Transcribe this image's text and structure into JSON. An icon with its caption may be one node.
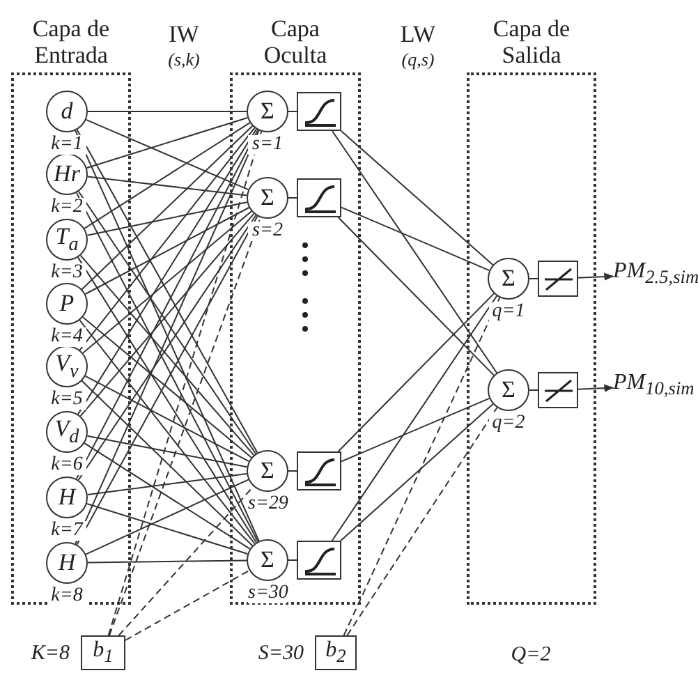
{
  "diagram": {
    "nodes": [
      {
        "text": [
          "Capa de Entrada"
        ]
      },
      {
        "text": [
          "Capa Oculta"
        ]
      },
      {
        "text": [
          "Capa de Salida"
        ]
      },
      {
        "text": [
          "d"
        ],
        "in": 0,
        "beside": [
          "k=1"
        ]
      },
      {
        "text": [
          "Hr"
        ],
        "in": 0,
        "beside": [
          "k=2"
        ]
      },
      {
        "text": [
          "T$_{a}$"
        ],
        "in": 0,
        "beside": [
          "k=3"
        ]
      },
      {
        "text": [
          "P"
        ],
        "in": 0,
        "beside": [
          "k=4"
        ]
      },
      {
        "text": [
          "V$_{v}$"
        ],
        "in": 0,
        "beside": [
          "k=5"
        ]
      },
      {
        "text": [
          "V$_{d}$"
        ],
        "in": 0,
        "beside": [
          "k=6"
        ]
      },
      {
        "text": [
          "H"
        ],
        "in": 0,
        "beside": [
          "k=7"
        ]
      },
      {
        "text": [
          "H"
        ],
        "in": 0,
        "beside": [
          "k=8"
        ]
      },
      {
        "text": [
          "Σ"
        ],
        "in": 1,
        "beside": [
          "s=1"
        ]
      },
      {
        "text": [],
        "shape": "box",
        "in": 1
      },
      {
        "text": [
          "Σ"
        ],
        "in": 1,
        "beside": [
          "s=2"
        ]
      },
      {
        "text": [],
        "shape": "box",
        "in": 1
      },
      {
        "text": [
          "Σ"
        ],
        "in": 1,
        "beside": [
          "s=29"
        ]
      },
      {
        "text": [],
        "shape": "box",
        "in": 1
      },
      {
        "text": [
          "Σ"
        ],
        "in": 1,
        "beside": [
          "s=30"
        ]
      },
      {
        "text": [],
        "shape": "box",
        "in": 1
      },
      {
        "text": [
          "Σ"
        ],
        "in": 2,
        "beside": [
          "q=1"
        ]
      },
      {
        "text": [],
        "shape": "box",
        "in": 2
      },
      {
        "text": [
          "Σ"
        ],
        "in": 2,
        "beside": [
          "q=2"
        ]
      },
      {
        "text": [],
        "shape": "box",
        "in": 2
      },
      {
        "text": [
          "PM$_{2.5,sim}$"
        ]
      },
      {
        "text": [
          "PM$_{10,sim}$"
        ]
      },
      {
        "text": [
          "b$_{1}$"
        ],
        "beside": [
          "K=8"
        ]
      },
      {
        "text": [
          "b$_{2}$"
        ],
        "beside": [
          "S=30"
        ]
      }
    ],
    "edges": [
      {
        "from": 3,
        "to": 11,
        "arrow": "none"
      },
      {
        "from": 3,
        "to": 13,
        "arrow": "none"
      },
      {
        "from": 3,
        "to": 15,
        "arrow": "none"
      },
      {
        "from": 3,
        "to": 17,
        "arrow": "none"
      },
      {
        "from": 4,
        "to": 11,
        "arrow": "none"
      },
      {
        "from": 4,
        "to": 13,
        "arrow": "none"
      },
      {
        "from": 4,
        "to": 15,
        "arrow": "none"
      },
      {
        "from": 4,
        "to": 17,
        "arrow": "none"
      },
      {
        "from": 5,
        "to": 11,
        "arrow": "none"
      },
      {
        "from": 5,
        "to": 13,
        "arrow": "none"
      },
      {
        "from": 5,
        "to": 15,
        "arrow": "none"
      },
      {
        "from": 5,
        "to": 17,
        "arrow": "none"
      },
      {
        "from": 6,
        "to": 11,
        "arrow": "none"
      },
      {
        "from": 6,
        "to": 13,
        "arrow": "none"
      },
      {
        "from": 6,
        "to": 15,
        "arrow": "none"
      },
      {
        "from": 6,
        "to": 17,
        "arrow": "none"
      },
      {
        "from": 7,
        "to": 11,
        "arrow": "none"
      },
      {
        "from": 7,
        "to": 13,
        "arrow": "none"
      },
      {
        "from": 7,
        "to": 15,
        "arrow": "none"
      },
      {
        "from": 7,
        "to": 17,
        "arrow": "none"
      },
      {
        "from": 8,
        "to": 11,
        "arrow": "none"
      },
      {
        "from": 8,
        "to": 13,
        "arrow": "none"
      },
      {
        "from": 8,
        "to": 15,
        "arrow": "none"
      },
      {
        "from": 8,
        "to": 17,
        "arrow": "none"
      },
      {
        "from": 9,
        "to": 11,
        "arrow": "none"
      },
      {
        "from": 9,
        "to": 13,
        "arrow": "none"
      },
      {
        "from": 9,
        "to": 15,
        "arrow": "none"
      },
      {
        "from": 9,
        "to": 17,
        "arrow": "none"
      },
      {
        "from": 10,
        "to": 11,
        "arrow": "none"
      },
      {
        "from": 10,
        "to": 13,
        "arrow": "none"
      },
      {
        "from": 10,
        "to": 15,
        "arrow": "none"
      },
      {
        "from": 10,
        "to": 17,
        "arrow": "none"
      },
      {
        "from": 11,
        "to": 12,
        "arrow": "none"
      },
      {
        "from": 13,
        "to": 14,
        "arrow": "none"
      },
      {
        "from": 15,
        "to": 16,
        "arrow": "none"
      },
      {
        "from": 17,
        "to": 18,
        "arrow": "none"
      },
      {
        "from": 12,
        "to": 19,
        "arrow": "none"
      },
      {
        "from": 12,
        "to": 21,
        "arrow": "none"
      },
      {
        "from": 14,
        "to": 19,
        "arrow": "none"
      },
      {
        "from": 14,
        "to": 21,
        "arrow": "none"
      },
      {
        "from": 16,
        "to": 19,
        "arrow": "none"
      },
      {
        "from": 16,
        "to": 21,
        "arrow": "none"
      },
      {
        "from": 18,
        "to": 19,
        "arrow": "none"
      },
      {
        "from": 18,
        "to": 21,
        "arrow": "none"
      },
      {
        "from": 19,
        "to": 20,
        "arrow": "none"
      },
      {
        "from": 21,
        "to": 22,
        "arrow": "none"
      },
      {
        "from": 20,
        "to": 23,
        "arrow": "to"
      },
      {
        "from": 22,
        "to": 24,
        "arrow": "to"
      },
      {
        "from": 25,
        "to": 11,
        "arrow": "none",
        "style": "dashed"
      },
      {
        "from": 25,
        "to": 13,
        "arrow": "none",
        "style": "dashed"
      },
      {
        "from": 25,
        "to": 15,
        "arrow": "none",
        "style": "dashed"
      },
      {
        "from": 25,
        "to": 17,
        "arrow": "none",
        "style": "dashed"
      },
      {
        "from": 26,
        "to": 19,
        "arrow": "none",
        "style": "dashed"
      },
      {
        "from": 26,
        "to": 21,
        "arrow": "none",
        "style": "dashed"
      }
    ],
    "labels": [
      "IW",
      "(s,k)",
      "LW",
      "(q,s)",
      "Q=2"
    ]
  }
}
